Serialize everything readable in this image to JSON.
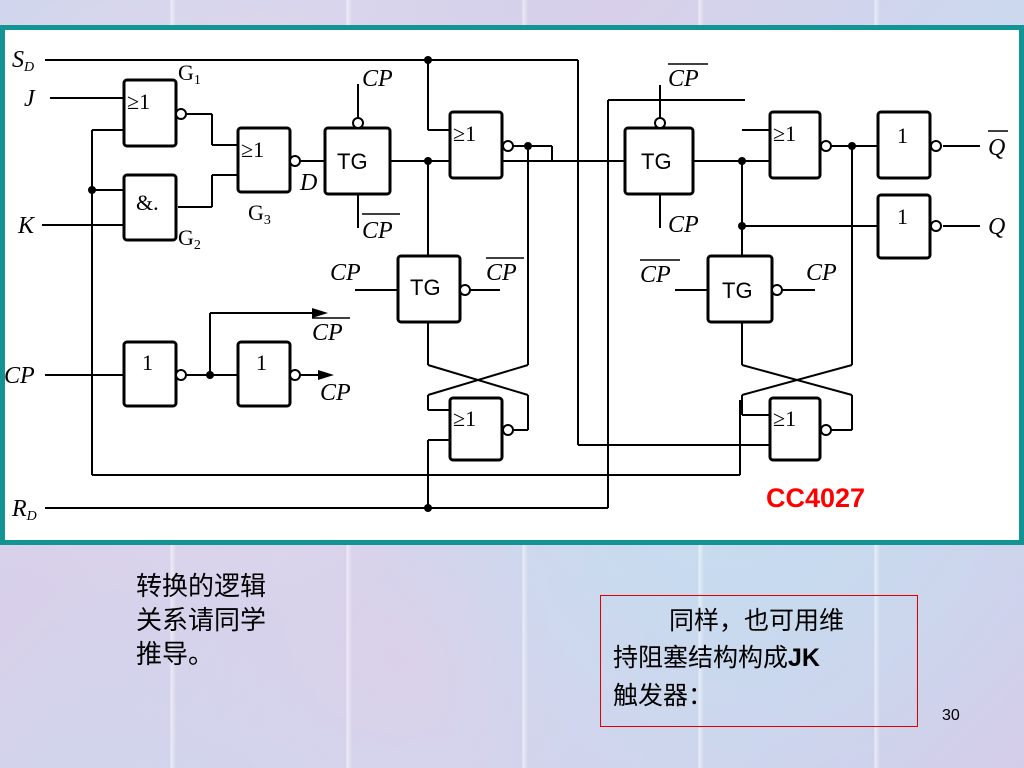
{
  "diagram": {
    "chip_label": "CC4027",
    "inputs": {
      "sd": "S",
      "sd_sub": "D",
      "rd": "R",
      "rd_sub": "D",
      "j": "J",
      "k": "K",
      "cp": "CP"
    },
    "outputs": {
      "q_bar": "Q",
      "q": "Q"
    },
    "gates": {
      "g1": "G",
      "g1_sub": "1",
      "g2": "G",
      "g2_sub": "2",
      "g3": "G",
      "g3_sub": "3",
      "d": "D",
      "or_symbol": "≥1",
      "and_symbol": "&.",
      "not_symbol": "1",
      "tg": "TG"
    },
    "clock_labels": {
      "cp": "CP"
    },
    "colors": {
      "border": "#129494",
      "chip_label": "#ff0000",
      "note_border": "#e00000"
    }
  },
  "notes": {
    "left": [
      "转换的逻辑",
      "关系请同学",
      "推导。"
    ],
    "right_line1": "同样，也可用维",
    "right_line2": "持阻塞结构构成",
    "right_line2_bold": "JK",
    "right_line3": "触发器："
  },
  "page_number": "30"
}
